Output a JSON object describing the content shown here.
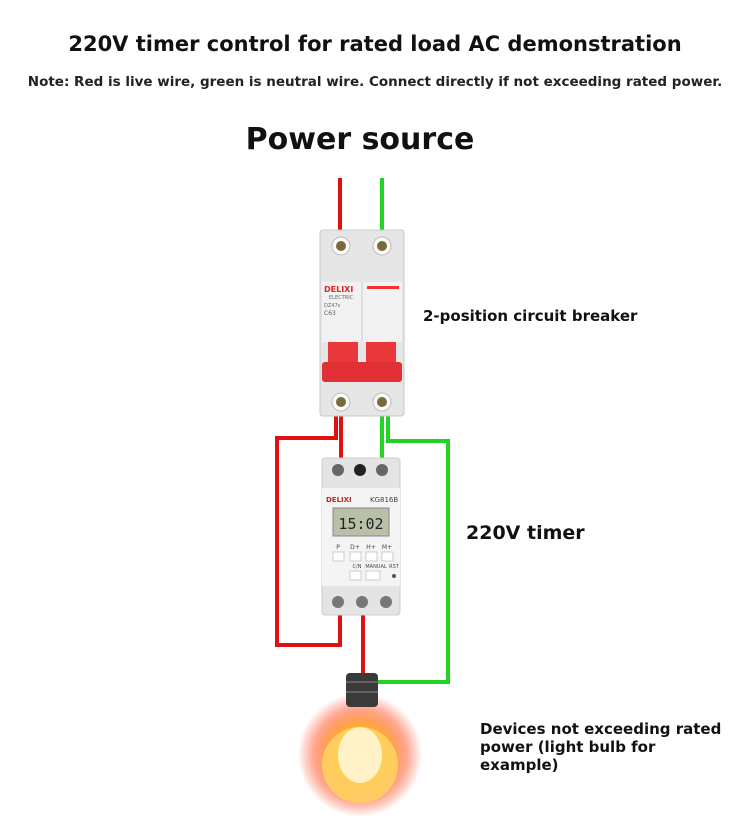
{
  "title": "220V timer control for rated load AC demonstration",
  "note": "Note: Red is live wire, green is neutral wire. Connect directly if not exceeding rated power.",
  "power_source": "Power source",
  "breaker": {
    "label": "2-position circuit breaker",
    "brand": "DELIXI",
    "sub": "ELECTRIC",
    "model": "DZ47s",
    "rating": "C63"
  },
  "timer": {
    "label": "220V timer",
    "brand": "DELIXI",
    "model": "KG816B",
    "display": "15:02",
    "buttons": [
      "P",
      "D+",
      "H+",
      "M+",
      "C/N",
      "MANUAL",
      "RST"
    ]
  },
  "device": {
    "label": "Devices not exceeding rated power (light bulb for example)"
  },
  "colors": {
    "live": "#e01010",
    "neutral": "#22d422",
    "breaker_red": "#e8383c"
  }
}
